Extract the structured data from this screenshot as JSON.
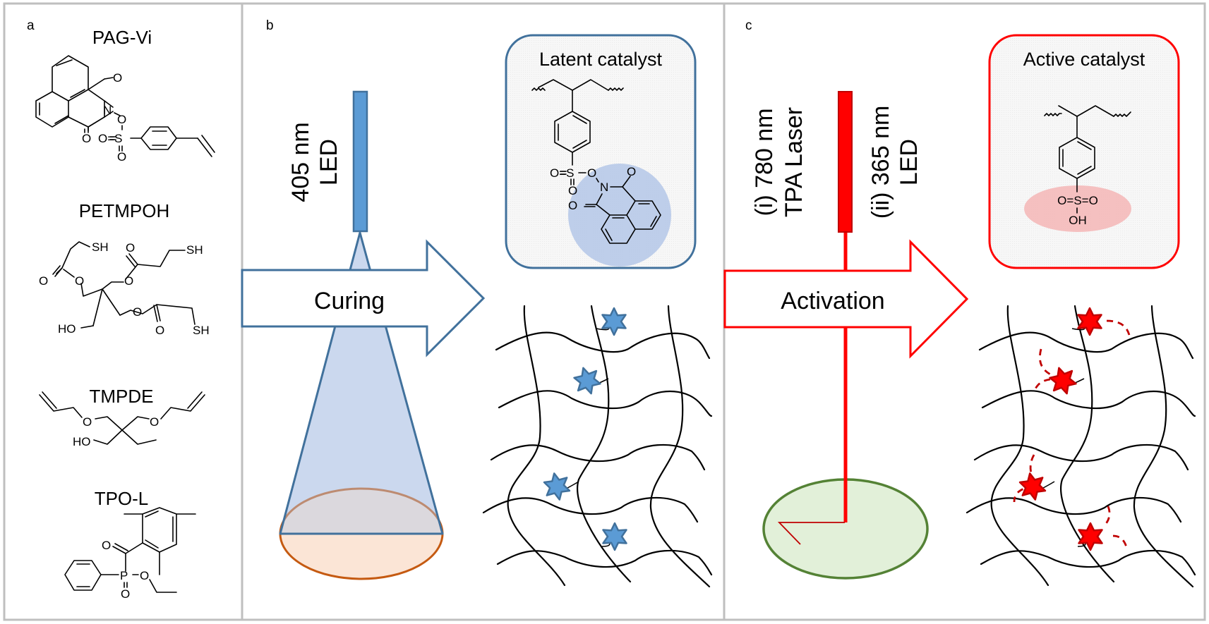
{
  "figure": {
    "panels": [
      {
        "id": "a",
        "label": "a",
        "compounds": [
          {
            "name": "PAG-Vi",
            "atoms": [
              "O",
              "N",
              "O",
              "O",
              "O=S",
              "O"
            ]
          },
          {
            "name": "PETMPOH",
            "atoms": [
              "SH",
              "O",
              "SH",
              "O",
              "O",
              "O",
              "HO",
              "O",
              "SH",
              "O"
            ]
          },
          {
            "name": "TMPDE",
            "atoms": [
              "O",
              "O",
              "HO"
            ]
          },
          {
            "name": "TPO-L",
            "atoms": [
              "O",
              "P",
              "O",
              "O"
            ]
          }
        ]
      },
      {
        "id": "b",
        "label": "b",
        "light_source": {
          "line1": "405 nm",
          "line2": "LED",
          "color": "#5b9bd5"
        },
        "arrow_label": "Curing",
        "arrow_color": "#41719c",
        "catalyst_box": {
          "title": "Latent catalyst",
          "atoms": [
            "O=S",
            "O",
            "O",
            "N",
            "O",
            "O"
          ],
          "border_color": "#41719c",
          "highlight_color": "#b4c7e7"
        },
        "network": {
          "marker": "blue-star",
          "marker_color": "#5b9bd5",
          "marker_count": 4
        },
        "spot_color": "#c55a11"
      },
      {
        "id": "c",
        "label": "c",
        "light_source": {
          "line1": "(i) 780 nm",
          "line2": "TPA Laser",
          "line3": "(ii) 365 nm",
          "line4": "LED",
          "color": "#ff0000"
        },
        "arrow_label": "Activation",
        "arrow_color": "#ff0000",
        "catalyst_box": {
          "title": "Active catalyst",
          "atoms": [
            "O=S=O",
            "OH"
          ],
          "border_color": "#ff0000",
          "highlight_color": "#f4b6b6"
        },
        "network": {
          "marker": "red-star",
          "marker_color": "#ff0000",
          "marker_count": 4
        },
        "spot_color": "#548235"
      }
    ]
  }
}
